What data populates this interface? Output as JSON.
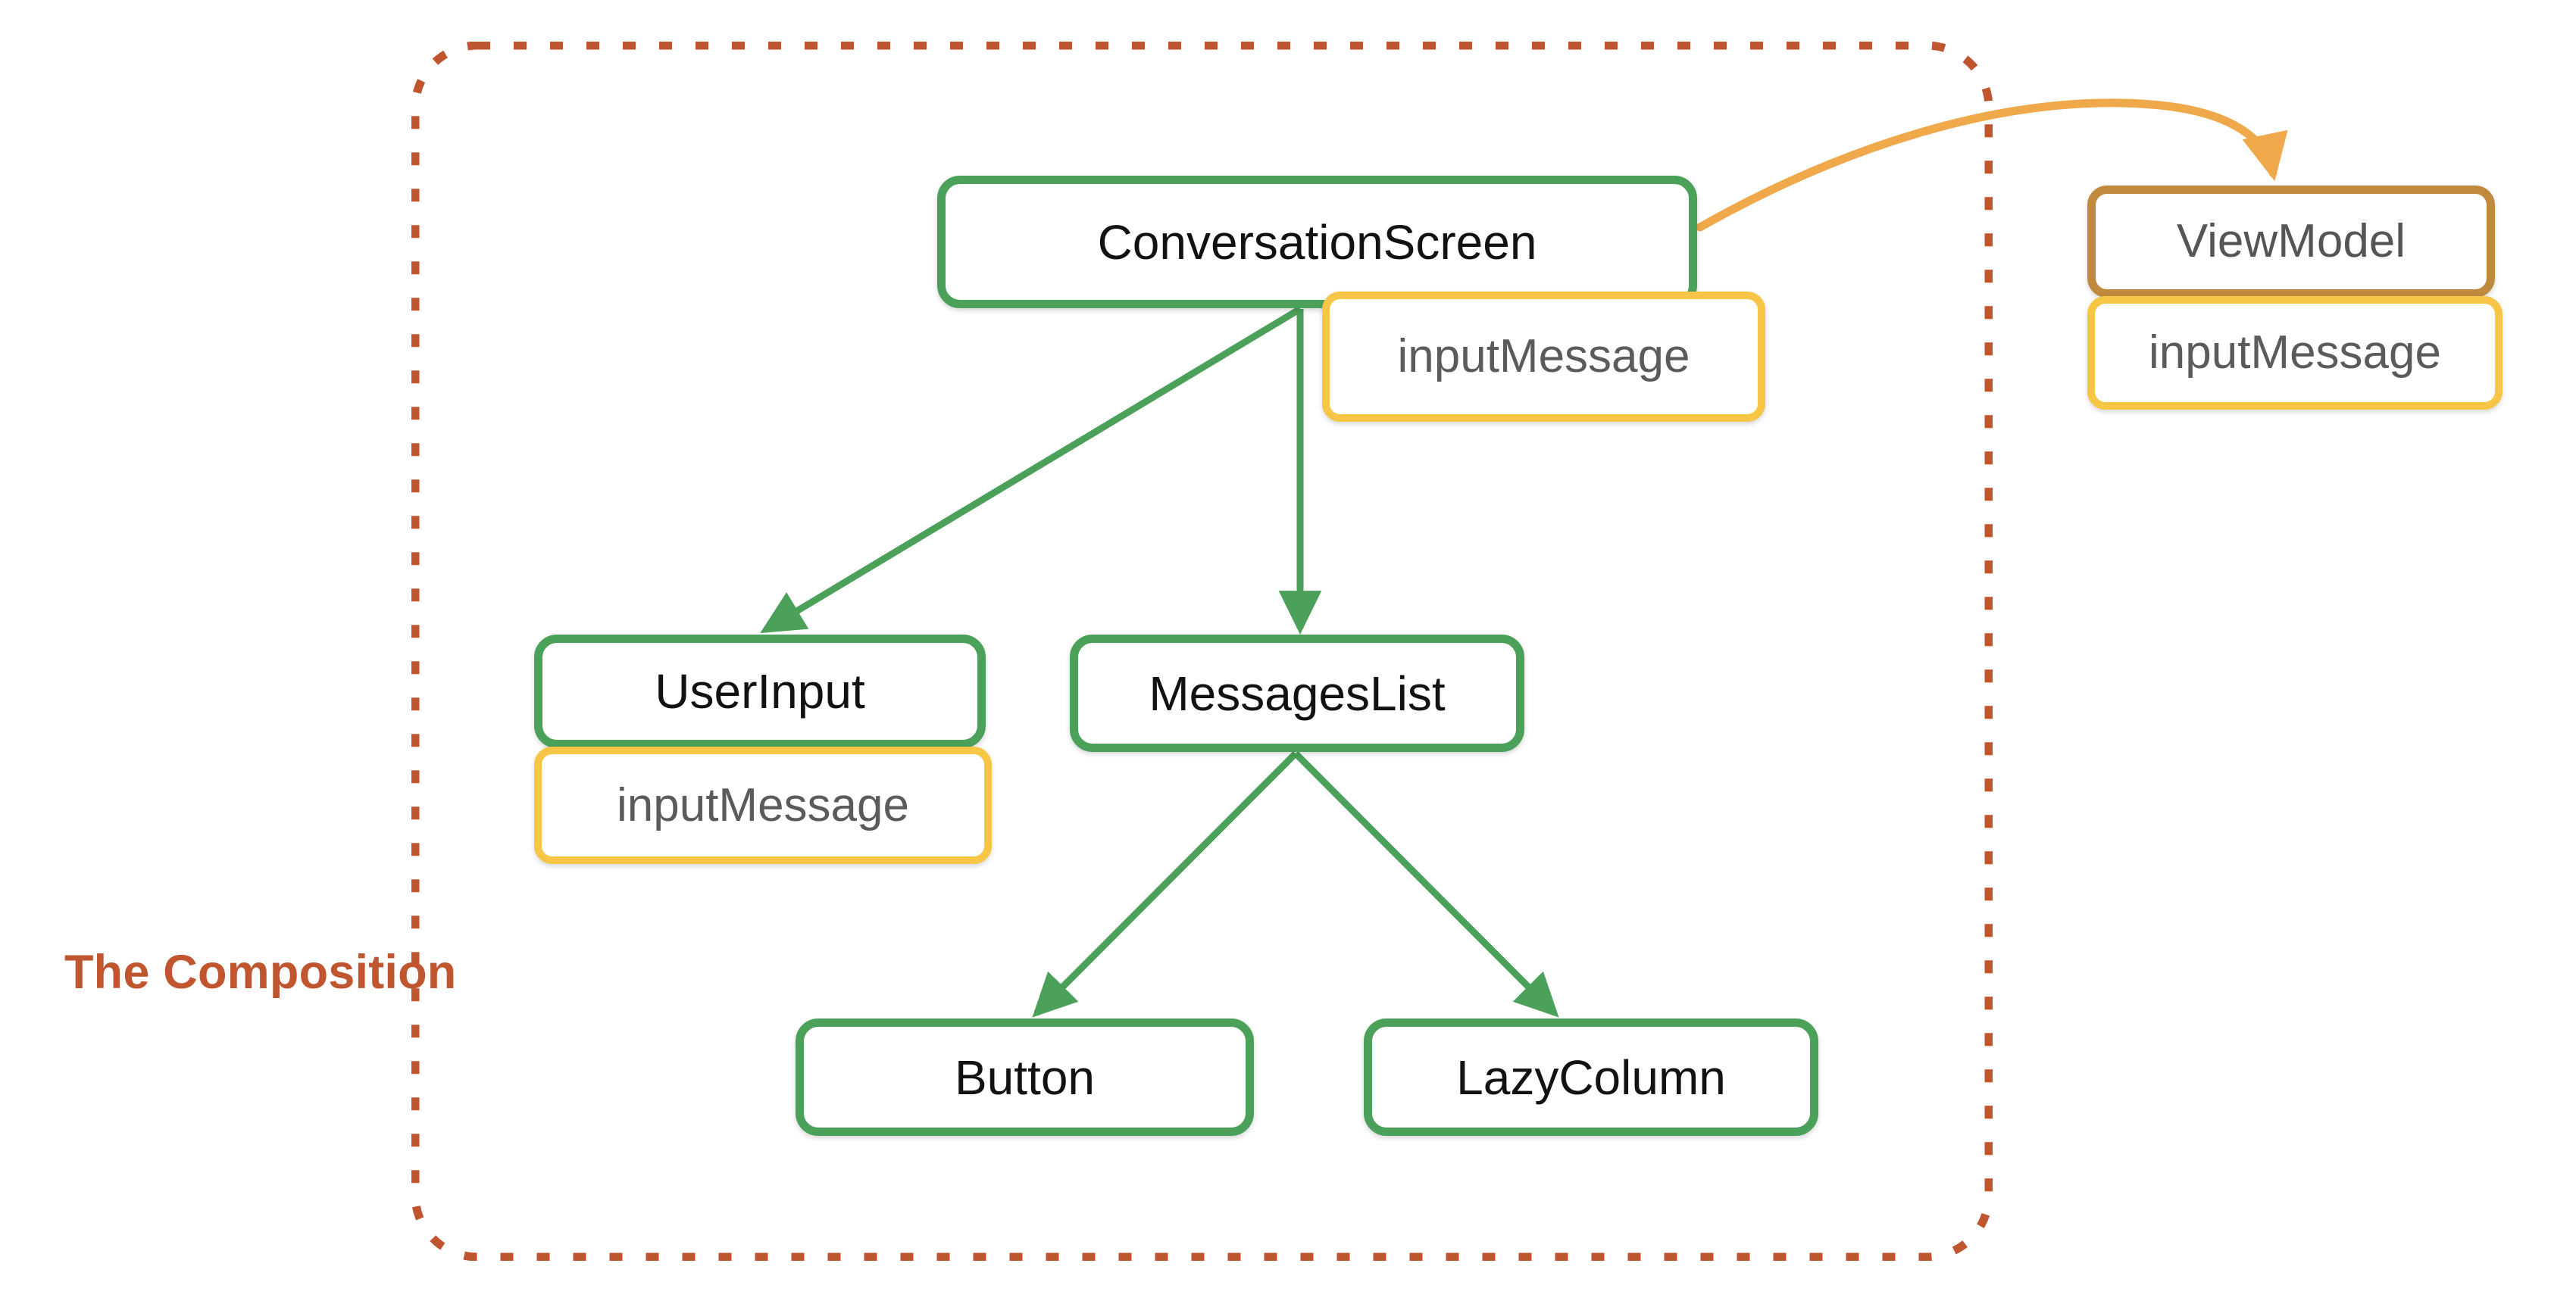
{
  "diagram": {
    "title": "The Composition",
    "scope": {
      "label": "The Composition",
      "border_color": "#C0562F",
      "border_style": "dashed"
    },
    "colors": {
      "composable_border": "#4CA15A",
      "state_border": "#F8C646",
      "viewmodel_border": "#C08A3E",
      "scope_border": "#C0562F",
      "orange_arrow": "#EFA84A",
      "green_arrow": "#4CA15A",
      "composable_text": "#121212",
      "state_text": "#5B5B5B",
      "background": "#FFFFFF"
    },
    "nodes": [
      {
        "id": "conversation-screen",
        "label": "ConversationScreen",
        "kind": "composable"
      },
      {
        "id": "conversation-screen-state",
        "label": "inputMessage",
        "kind": "state"
      },
      {
        "id": "view-model",
        "label": "ViewModel",
        "kind": "viewmodel"
      },
      {
        "id": "view-model-state",
        "label": "inputMessage",
        "kind": "state"
      },
      {
        "id": "user-input",
        "label": "UserInput",
        "kind": "composable"
      },
      {
        "id": "user-input-state",
        "label": "inputMessage",
        "kind": "state"
      },
      {
        "id": "messages-list",
        "label": "MessagesList",
        "kind": "composable"
      },
      {
        "id": "button",
        "label": "Button",
        "kind": "composable"
      },
      {
        "id": "lazy-column",
        "label": "LazyColumn",
        "kind": "composable"
      }
    ],
    "edges": [
      {
        "from": "conversation-screen",
        "to": "user-input",
        "color": "green"
      },
      {
        "from": "conversation-screen",
        "to": "messages-list",
        "color": "green"
      },
      {
        "from": "conversation-screen",
        "to": "view-model",
        "color": "orange"
      },
      {
        "from": "messages-list",
        "to": "button",
        "color": "green"
      },
      {
        "from": "messages-list",
        "to": "lazy-column",
        "color": "green"
      }
    ]
  }
}
